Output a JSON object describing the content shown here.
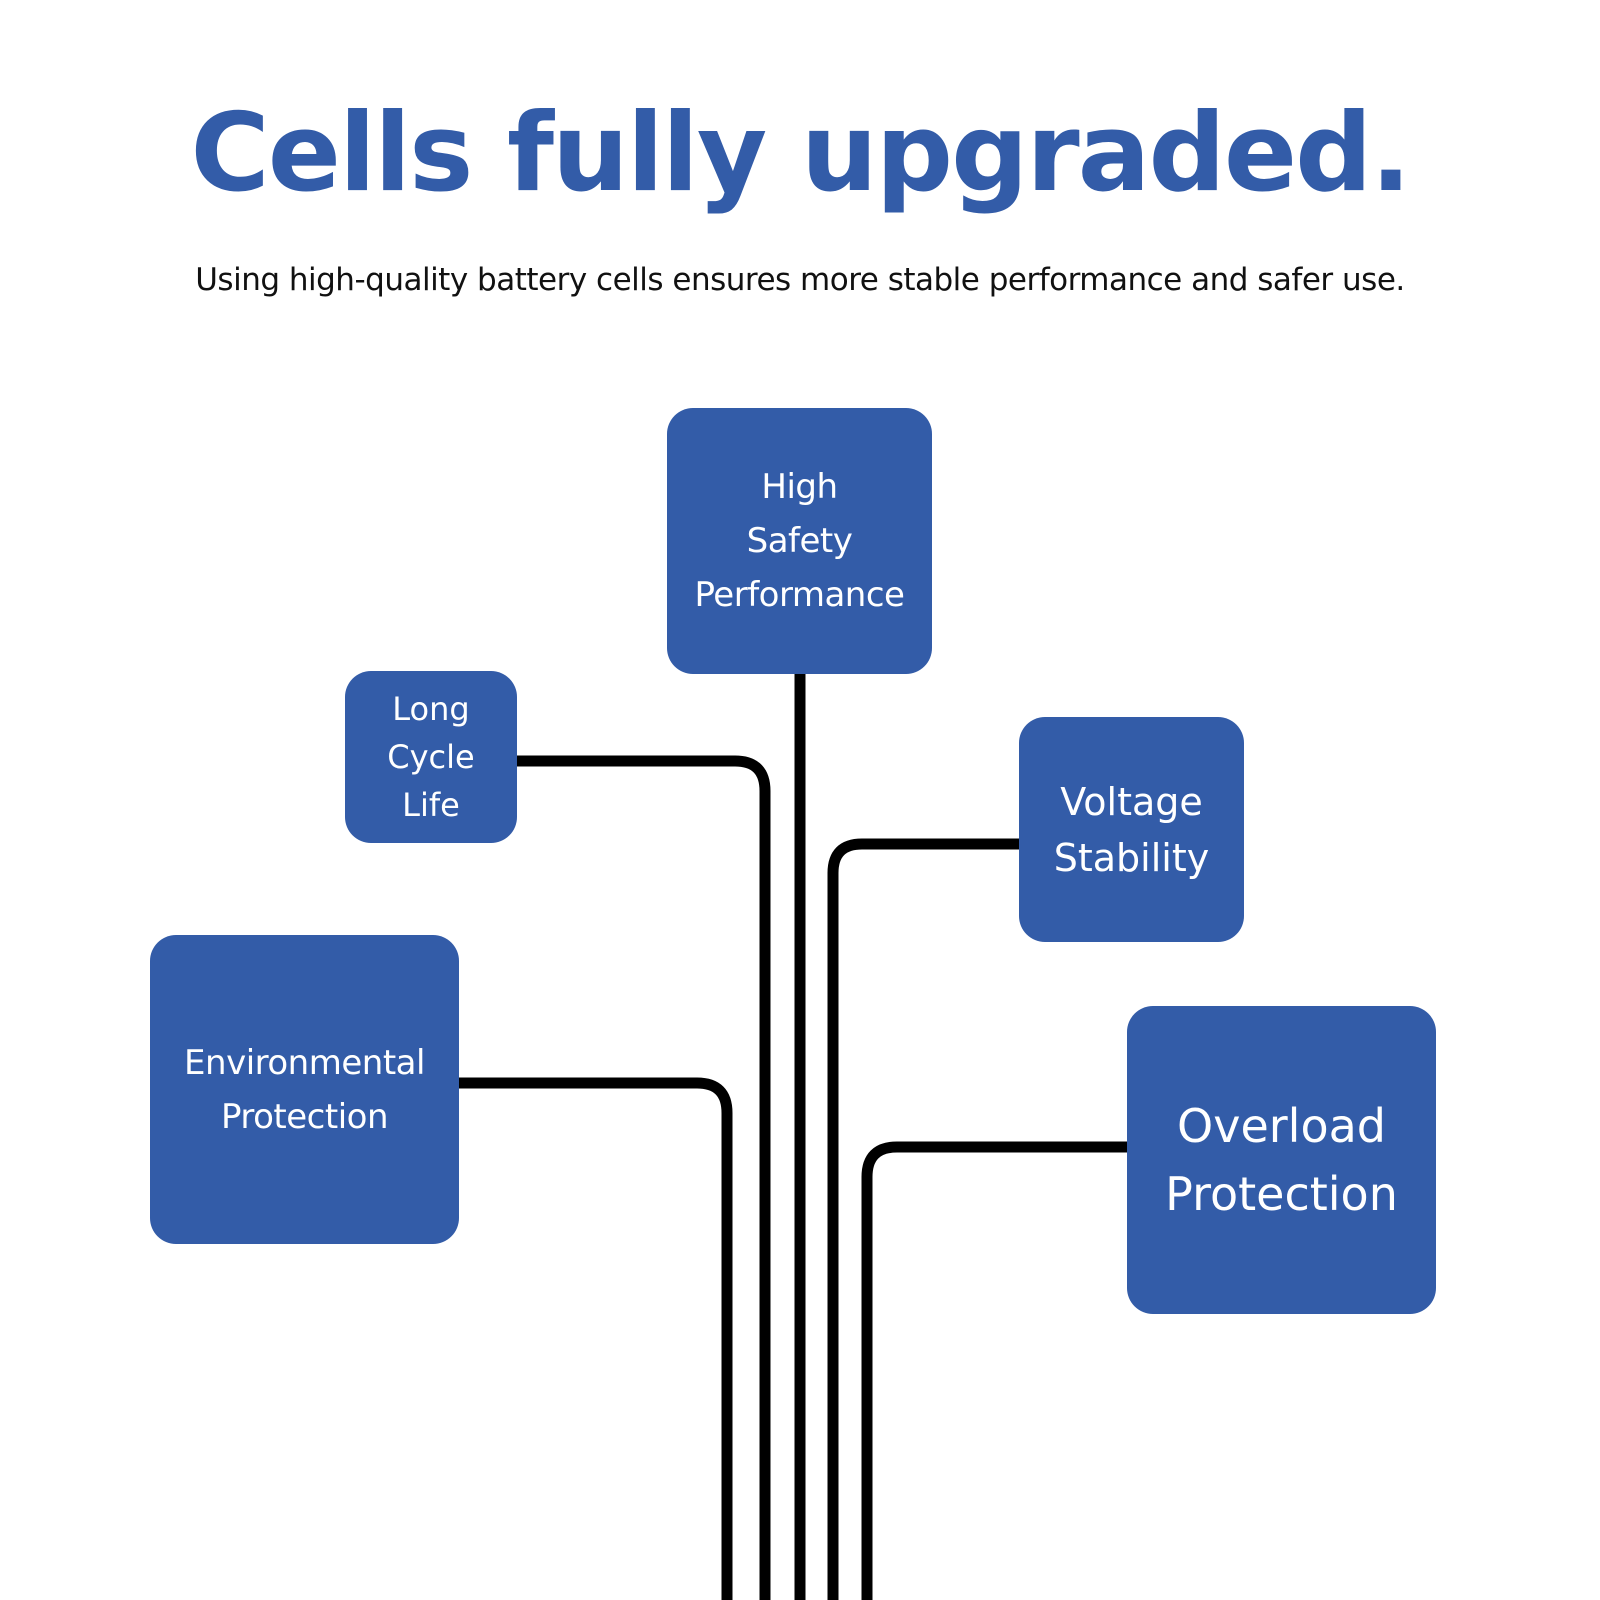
{
  "header": {
    "title": "Cells fully upgraded.",
    "subtitle": "Using high-quality battery cells ensures more stable performance and safer use."
  },
  "colors": {
    "accent": "#335ca8",
    "connector": "#000000",
    "background": "#ffffff",
    "box_text": "#ffffff"
  },
  "features": [
    {
      "label": "High\nSafety\nPerformance"
    },
    {
      "label": "Long\nCycle\nLife"
    },
    {
      "label": "Voltage\nStability"
    },
    {
      "label": "Environmental\nProtection"
    },
    {
      "label": "Overload\nProtection"
    }
  ]
}
